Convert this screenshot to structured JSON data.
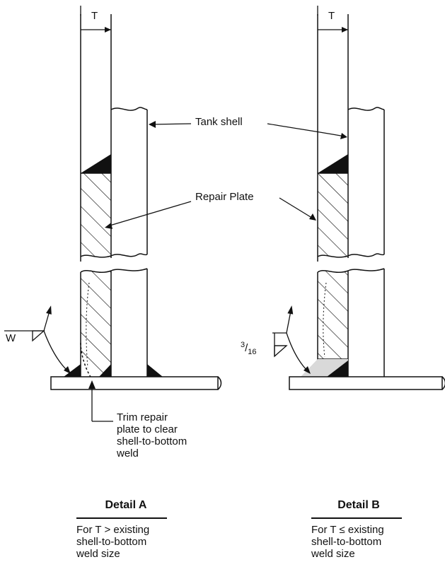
{
  "dimension_label": "T",
  "labels": {
    "tank_shell": "Tank shell",
    "repair_plate": "Repair Plate",
    "trim_note": [
      "Trim repair",
      "plate to clear",
      "shell-to-bottom",
      "weld"
    ]
  },
  "weld_symbols": {
    "detail_a_size": "W",
    "detail_b_size_num": "3",
    "detail_b_size_den": "16"
  },
  "detail_a": {
    "title": "Detail A",
    "caption": [
      "For T > existing",
      "shell-to-bottom",
      "weld size"
    ]
  },
  "detail_b": {
    "title": "Detail B",
    "caption": [
      "For T ≤ existing",
      "shell-to-bottom",
      "weld size"
    ]
  },
  "colors": {
    "line": "#111111",
    "weld_fill": "#111111",
    "shim_fill": "#d9d9d9"
  }
}
